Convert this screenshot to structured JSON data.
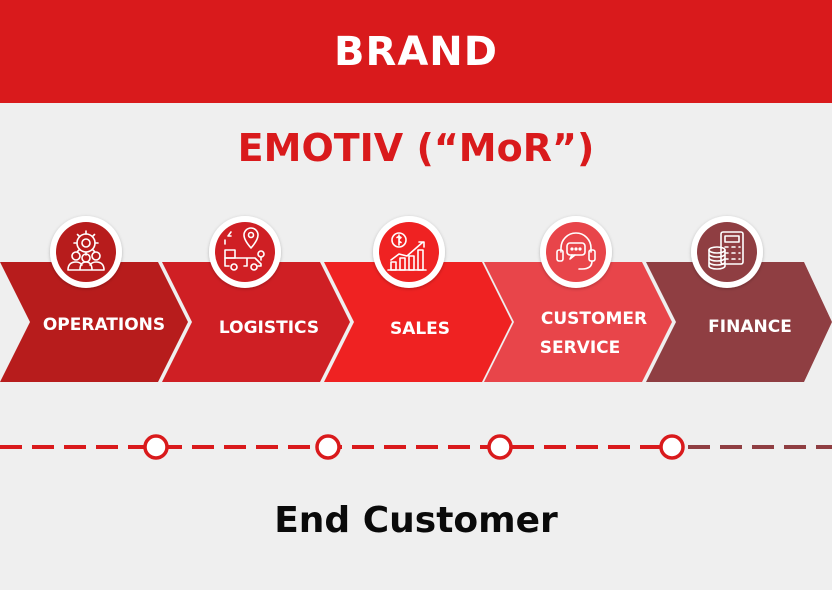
{
  "header": {
    "title": "BRAND"
  },
  "subtitle": "EMOTIV (“MoR”)",
  "steps": [
    {
      "lines": [
        "OPERATIONS"
      ],
      "icon": "gear-team-icon",
      "color": "#b71c1c"
    },
    {
      "lines": [
        "LOGISTICS"
      ],
      "icon": "delivery-truck-icon",
      "color": "#cf1f24"
    },
    {
      "lines": [
        "SALES"
      ],
      "icon": "sales-growth-icon",
      "color": "#ef2222"
    },
    {
      "lines": [
        "CUSTOMER",
        "SERVICE"
      ],
      "icon": "headset-support-icon",
      "color": "#e8454a"
    },
    {
      "lines": [
        "FINANCE"
      ],
      "icon": "calculator-coins-icon",
      "color": "#8f3e42"
    }
  ],
  "timeline": {
    "dash_color": "#d91a1c",
    "end_color": "#8f3e42"
  },
  "footer": {
    "title": "End Customer"
  }
}
